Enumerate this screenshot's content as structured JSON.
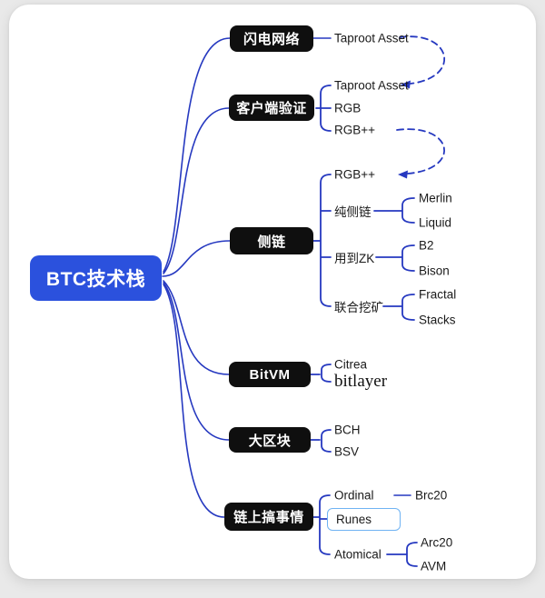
{
  "root": {
    "label": "BTC技术栈"
  },
  "branches": [
    {
      "label": "闪电网络",
      "children": [
        {
          "label": "Taproot Asset"
        }
      ]
    },
    {
      "label": "客户端验证",
      "children": [
        {
          "label": "Taproot Asset"
        },
        {
          "label": "RGB"
        },
        {
          "label": "RGB++"
        }
      ]
    },
    {
      "label": "侧链",
      "children": [
        {
          "label": "RGB++"
        },
        {
          "label": "纯侧链",
          "children": [
            {
              "label": "Merlin"
            },
            {
              "label": "Liquid"
            }
          ]
        },
        {
          "label": "用到ZK",
          "children": [
            {
              "label": "B2"
            },
            {
              "label": "Bison"
            }
          ]
        },
        {
          "label": "联合挖矿",
          "children": [
            {
              "label": "Fractal"
            },
            {
              "label": "Stacks"
            }
          ]
        }
      ]
    },
    {
      "label": "BitVM",
      "children": [
        {
          "label": "Citrea"
        },
        {
          "label": "bitlayer"
        }
      ]
    },
    {
      "label": "大区块",
      "children": [
        {
          "label": "BCH"
        },
        {
          "label": "BSV"
        }
      ]
    },
    {
      "label": "链上搞事情",
      "children": [
        {
          "label": "Ordinal",
          "children": [
            {
              "label": "Brc20"
            }
          ]
        },
        {
          "label": "Runes",
          "highlighted": true
        },
        {
          "label": "Atomical",
          "children": [
            {
              "label": "Arc20"
            },
            {
              "label": "AVM"
            }
          ]
        }
      ]
    }
  ],
  "cross_links": [
    {
      "from": "闪电网络/Taproot Asset",
      "to": "客户端验证/Taproot Asset",
      "style": "dashed-arrow"
    },
    {
      "from": "客户端验证/RGB++",
      "to": "侧链/RGB++",
      "style": "dashed-arrow"
    }
  ],
  "colors": {
    "root_fill": "#2b51dd",
    "topic_fill": "#0f0f0f",
    "line": "#2639c0",
    "highlight_border": "#6fb3f3",
    "card_bg": "#ffffff",
    "page_bg": "#e9e9e9",
    "leaf_text": "#1a1a1a"
  }
}
